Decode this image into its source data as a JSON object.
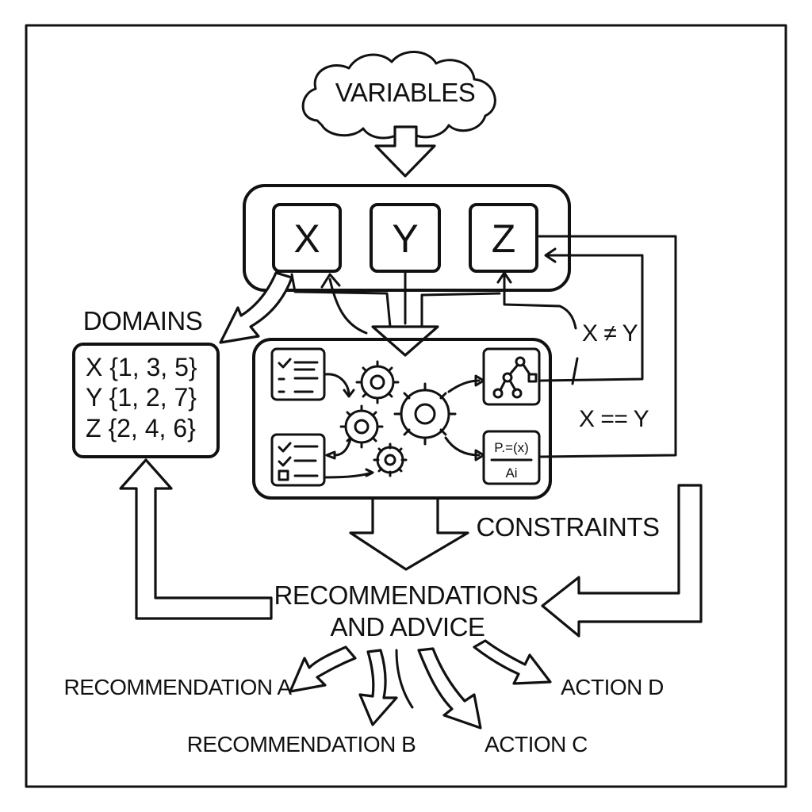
{
  "variables": {
    "title": "VARIABLES",
    "items": [
      "X",
      "Y",
      "Z"
    ]
  },
  "domains": {
    "title": "DOMAINS",
    "lines": [
      "X {1, 3, 5}",
      "Y {1, 2, 7}",
      "Z {2, 4, 6}"
    ]
  },
  "constraints": {
    "title": "CONSTRAINTS",
    "rules": [
      "X ≠ Y",
      "X == Y"
    ],
    "formula_top": "P.=(x)",
    "formula_bottom": "Ai"
  },
  "output": {
    "title_line1": "RECOMMENDATIONS",
    "title_line2": "AND ADVICE",
    "results": [
      "RECOMMENDATION A",
      "RECOMMENDATION B",
      "ACTION C",
      "ACTION D"
    ]
  },
  "icons": [
    "cloud-icon",
    "checklist-icon",
    "gear-icon",
    "tree-icon",
    "formula-icon"
  ]
}
